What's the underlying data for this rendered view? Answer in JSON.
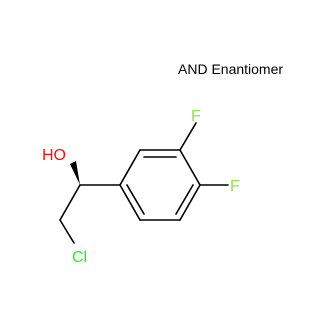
{
  "stereo_label": "AND Enantiomer",
  "atoms": {
    "oh": "HO",
    "cl": "Cl",
    "f_meta": "F",
    "f_para": "F"
  },
  "colors": {
    "bond": "#000000",
    "oxygen": "#ff0d0d",
    "fluorine": "#90e050",
    "chlorine": "#1ff01f",
    "label": "#000000"
  }
}
